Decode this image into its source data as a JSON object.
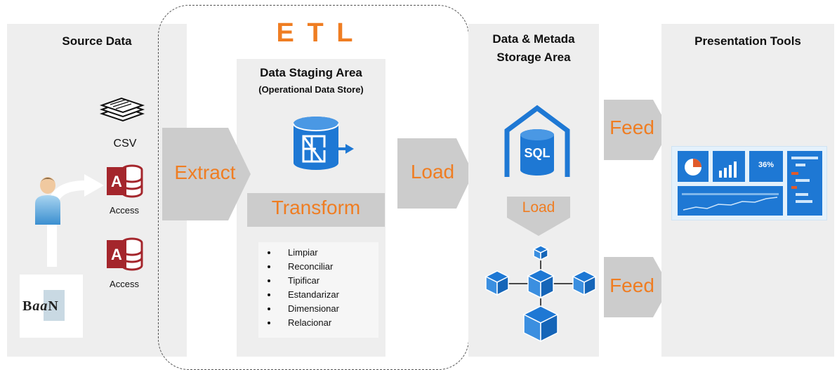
{
  "source": {
    "title": "Source Data",
    "items": [
      {
        "label": "CSV",
        "icon": "csv-stack-icon"
      },
      {
        "label": "Access",
        "icon": "access-icon"
      },
      {
        "label": "Access",
        "icon": "access-icon"
      }
    ],
    "user_icon": "user-icon",
    "baan_logo": "Baan"
  },
  "etl": {
    "title": "E T L",
    "staging_title": "Data Staging Area",
    "staging_subtitle": "(Operational Data Store)",
    "staging_icon": "staging-database-icon",
    "transform_label": "Transform",
    "steps": [
      "Limpiar",
      "Reconciliar",
      "Tipificar",
      "Estandarizar",
      "Dimensionar",
      "Relacionar"
    ]
  },
  "arrows": {
    "extract": "Extract",
    "load_main": "Load",
    "load_inner": "Load",
    "feed_top": "Feed",
    "feed_bottom": "Feed"
  },
  "storage": {
    "title_line1": "Data & Metada",
    "title_line2": "Storage Area",
    "sql_icon_text": "SQL",
    "cube_network_icon": "cube-network-icon"
  },
  "presentation": {
    "title": "Presentation Tools",
    "dashboard_stat": "36%",
    "dashboard_icon": "dashboard-icon"
  },
  "colors": {
    "accent_orange": "#ef7d22",
    "icon_blue": "#1e78d4",
    "access_red": "#a4262c",
    "panel_gray": "#eeeeee",
    "arrow_gray": "#cccccc"
  }
}
